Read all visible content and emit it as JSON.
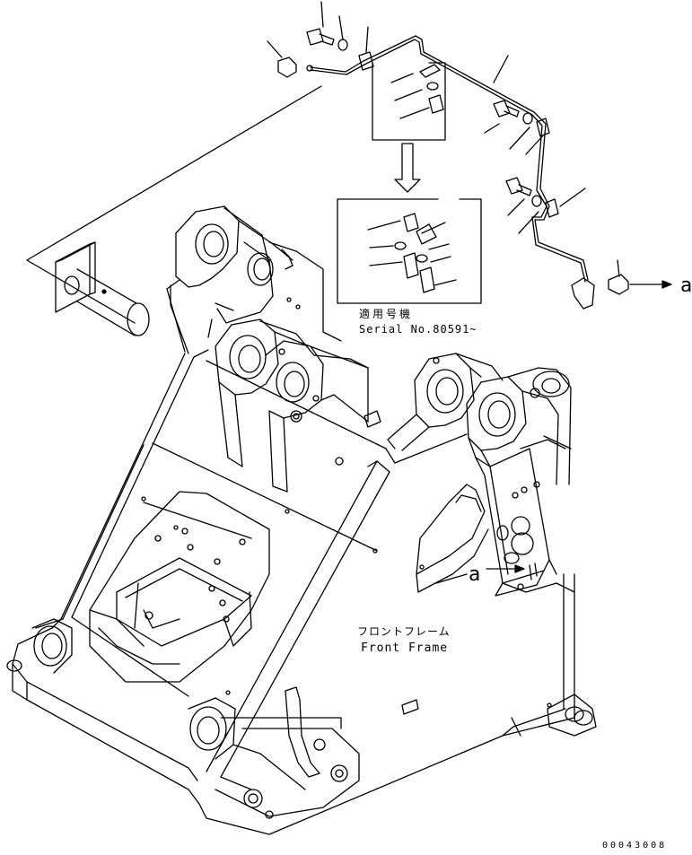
{
  "diagram": {
    "applicable_label": "適用号機",
    "serial_label": "Serial No.80591~",
    "frame_label_jp": "フロントフレーム",
    "frame_label_en": "Front Frame",
    "connector_label_1": "a",
    "connector_label_2": "a",
    "diagram_code": "00043008"
  },
  "colors": {
    "line": "#000000",
    "background": "#ffffff"
  }
}
